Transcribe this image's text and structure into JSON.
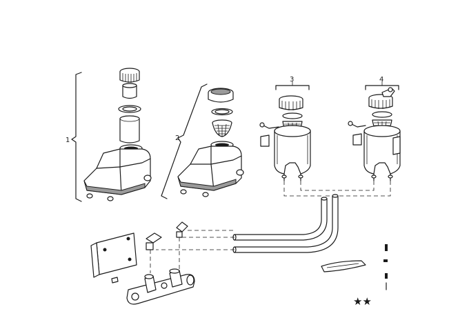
{
  "diagram": {
    "callouts": [
      {
        "id": "1",
        "text": "1"
      },
      {
        "id": "2",
        "text": "2"
      },
      {
        "id": "3",
        "text": "3"
      },
      {
        "id": "4",
        "text": "4"
      }
    ],
    "marker_text": "★★"
  }
}
